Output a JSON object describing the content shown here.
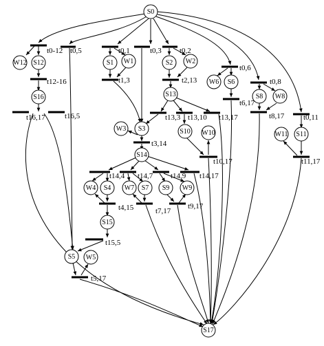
{
  "diagram": {
    "states": {
      "s0": "S0",
      "s1": "S1",
      "s2": "S2",
      "s3": "S3",
      "s4": "S4",
      "s5": "S5",
      "s6": "S6",
      "s7": "S7",
      "s8": "S8",
      "s9": "S9",
      "s10": "S10",
      "s11": "S11",
      "s12": "S12",
      "s13": "S13",
      "s14": "S14",
      "s15": "S15",
      "s16": "S16",
      "s17": "S17"
    },
    "waits": {
      "w1": "W1",
      "w2": "W2",
      "w3": "W3",
      "w4": "W4",
      "w5": "W5",
      "w6": "W6",
      "w7": "W7",
      "w8": "W8",
      "w9": "W9",
      "w10": "W10",
      "w11": "W11",
      "w12": "W12"
    },
    "transitions": {
      "t0_12": "t0-12",
      "t0_5": "t0,5",
      "t0_1": "t0,1",
      "t0_3": "t0,3",
      "t0_2": "t0,2",
      "t0_6": "t0,6",
      "t0_8": "t0,8",
      "t0_11": "t0,11",
      "t12_16": "t12-16",
      "t1_3": "t1,3",
      "t2_13": "t2,13",
      "t6_17": "t6,17",
      "t8_17": "t8,17",
      "t16_17": "t16,17",
      "t16_5": "t16,5",
      "t13_3": "t13,3",
      "t13_10": "t13,10",
      "t13_17": "t13,17",
      "t3_14": "t3,14",
      "t10_17": "t10,17",
      "t11_17": "t11,17",
      "t14_4": "t14,4",
      "t14_7": "t14,7",
      "t14_9": "t14,9",
      "t14_17": "t14,17",
      "t4_15": "t4,15",
      "t7_17": "t7,17",
      "t9_17": "t9,17",
      "t15_5": "t15,5",
      "t5_17": "t5,17"
    }
  }
}
